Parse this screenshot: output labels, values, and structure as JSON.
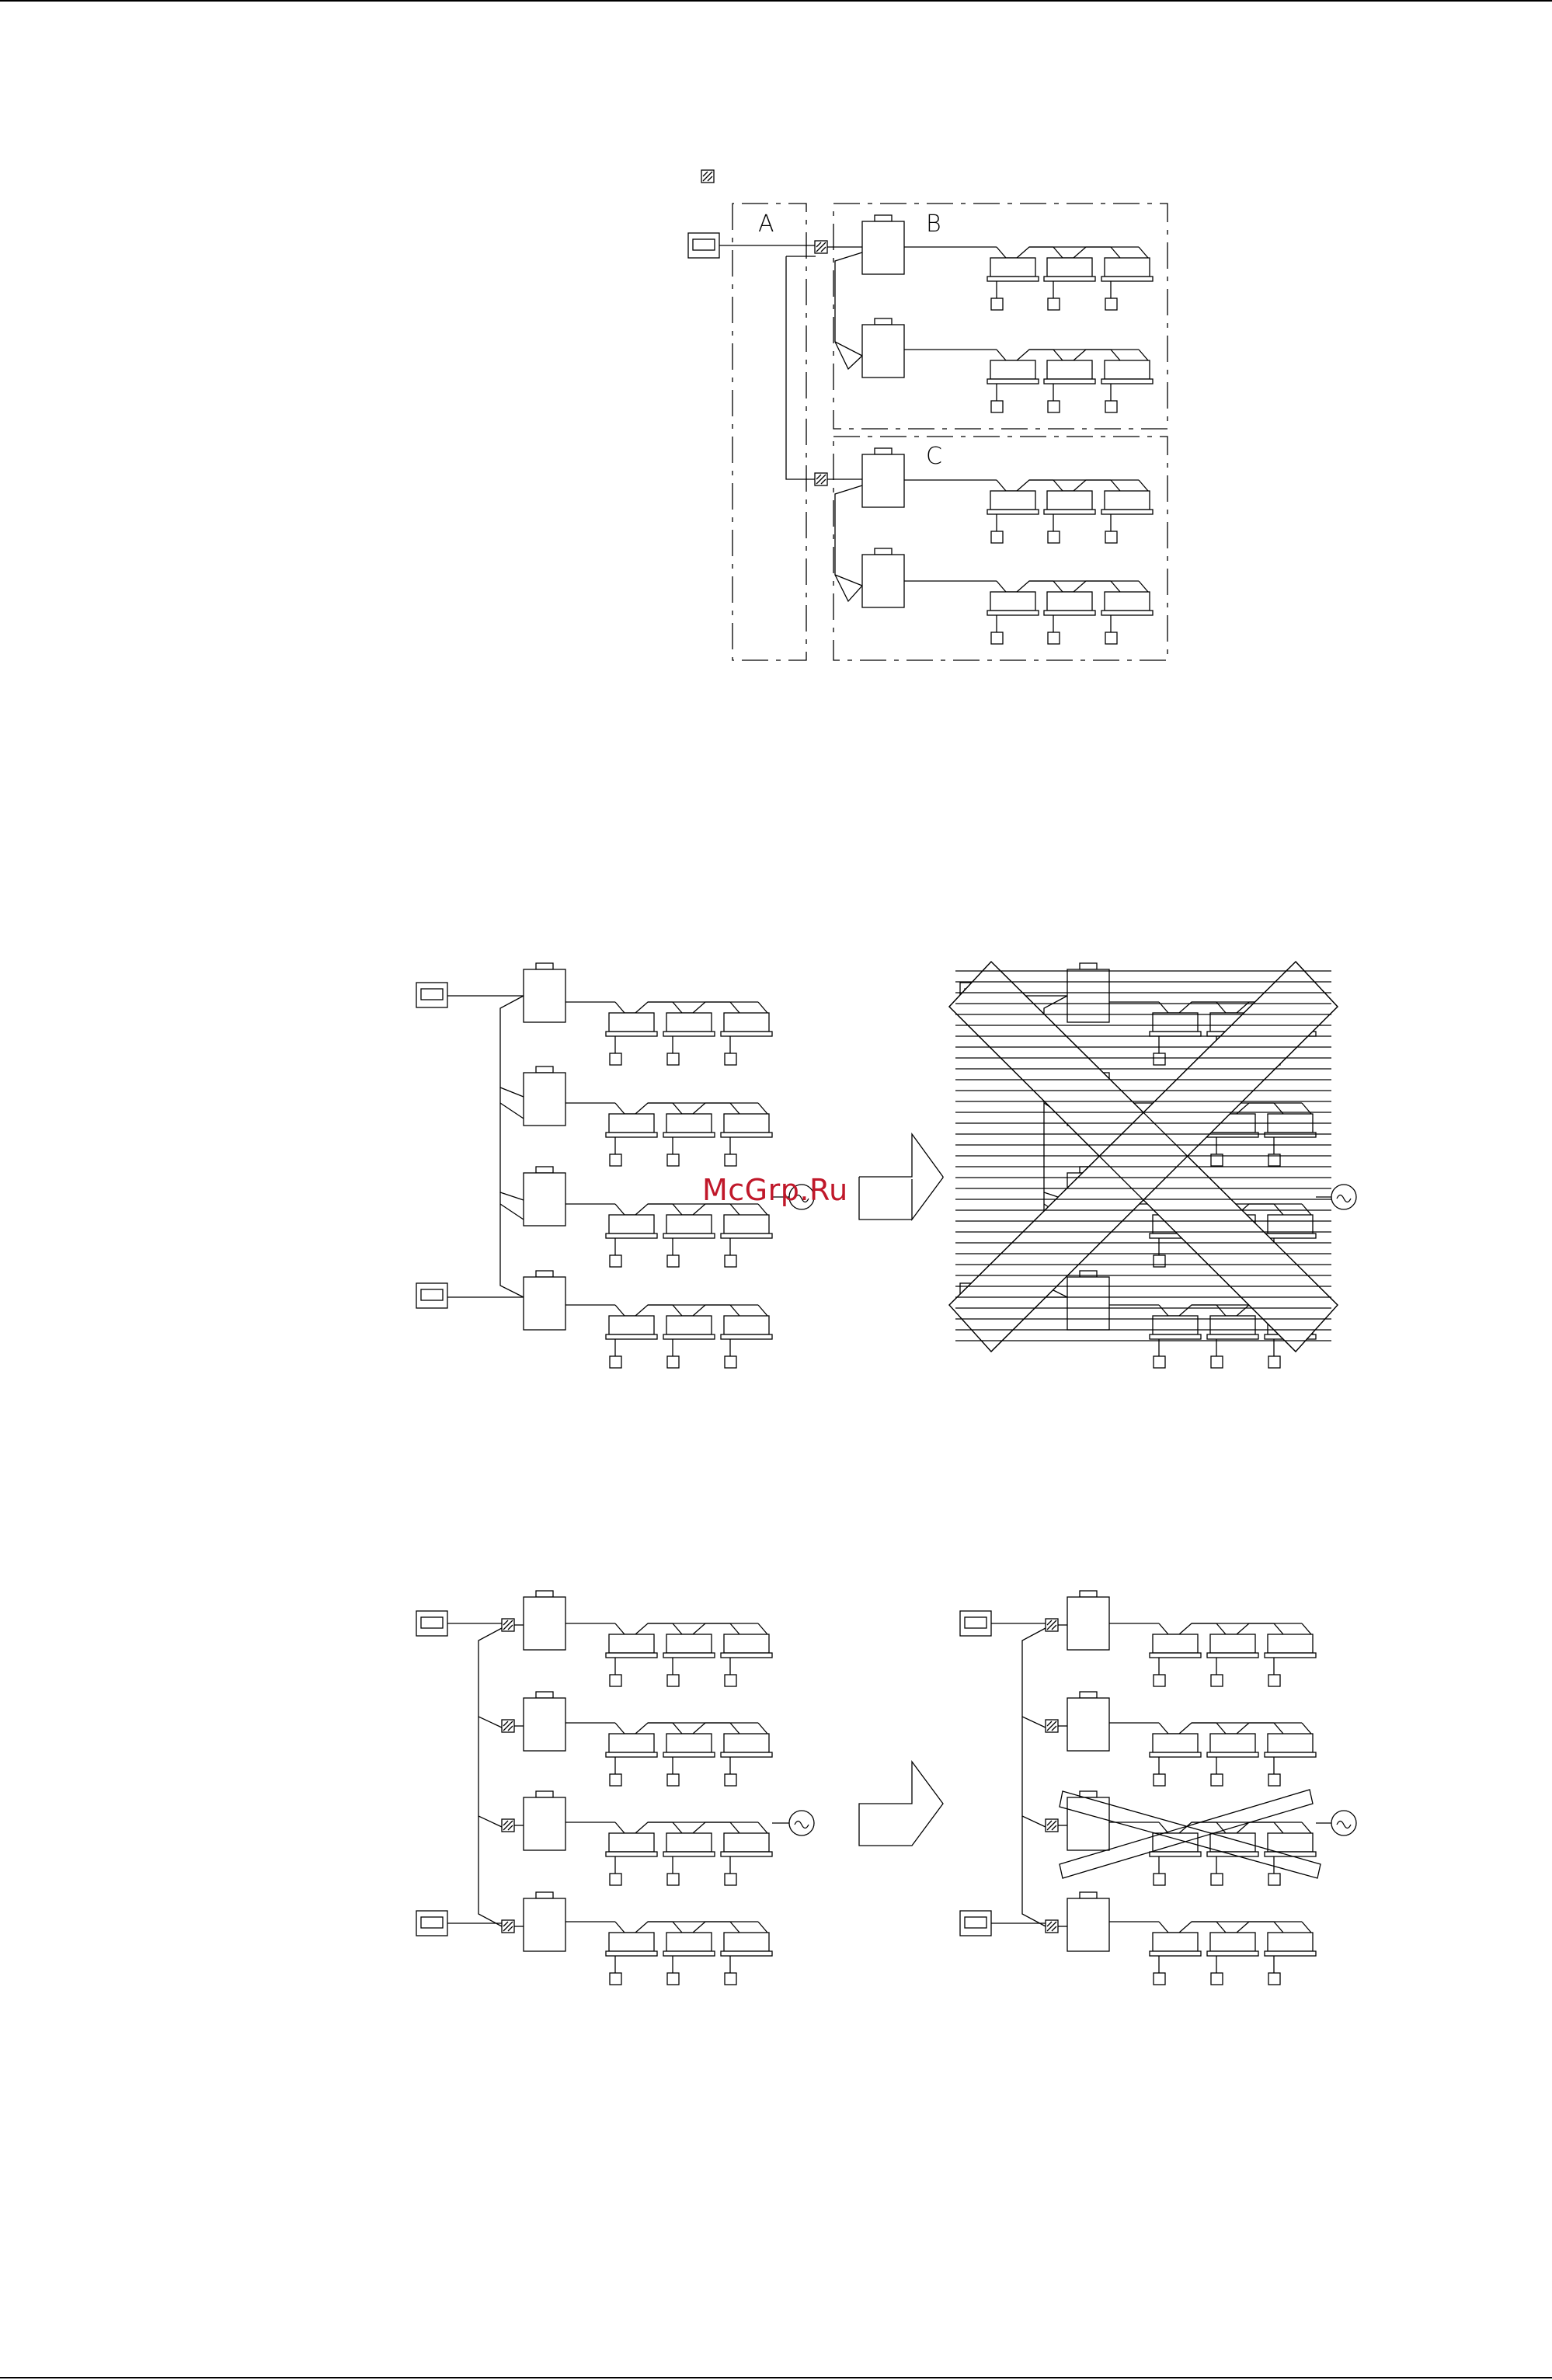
{
  "diagram": {
    "zone_labels": {
      "a": "A",
      "b": "B",
      "c": "C"
    },
    "watermark": "McGrp.Ru",
    "panels": [
      {
        "id": "zoned-wiring",
        "description_visible": false
      },
      {
        "id": "no-adapter-incorrect",
        "crossed_out": true
      },
      {
        "id": "adapter-correct",
        "partial_crossed_out": true
      }
    ]
  },
  "colors": {
    "line": "#000000",
    "watermark": "#c0182a"
  }
}
